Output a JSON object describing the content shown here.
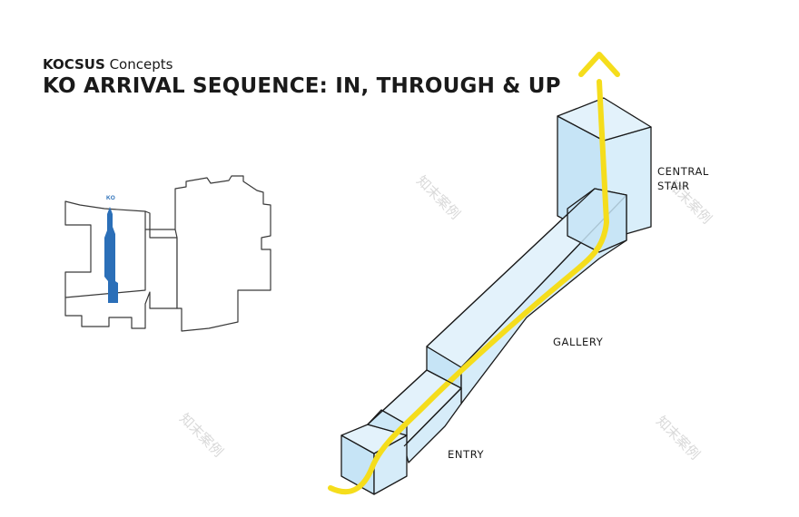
{
  "header": {
    "brand_name": "KOCSUS",
    "brand_suffix": "Concepts",
    "title": "KO ARRIVAL SEQUENCE: IN, THROUGH & UP"
  },
  "key_plan": {
    "marker_label": "KO",
    "highlight_color": "#2b6fb8"
  },
  "labels": {
    "stair": [
      "CENTRAL",
      "STAIR"
    ],
    "gallery": "GALLERY",
    "entry": "ENTRY"
  },
  "colors": {
    "volume_fill": "#cde8f7",
    "volume_stroke": "#1a1a1a",
    "path_yellow": "#f5dd1c"
  },
  "watermark": "知末案例"
}
